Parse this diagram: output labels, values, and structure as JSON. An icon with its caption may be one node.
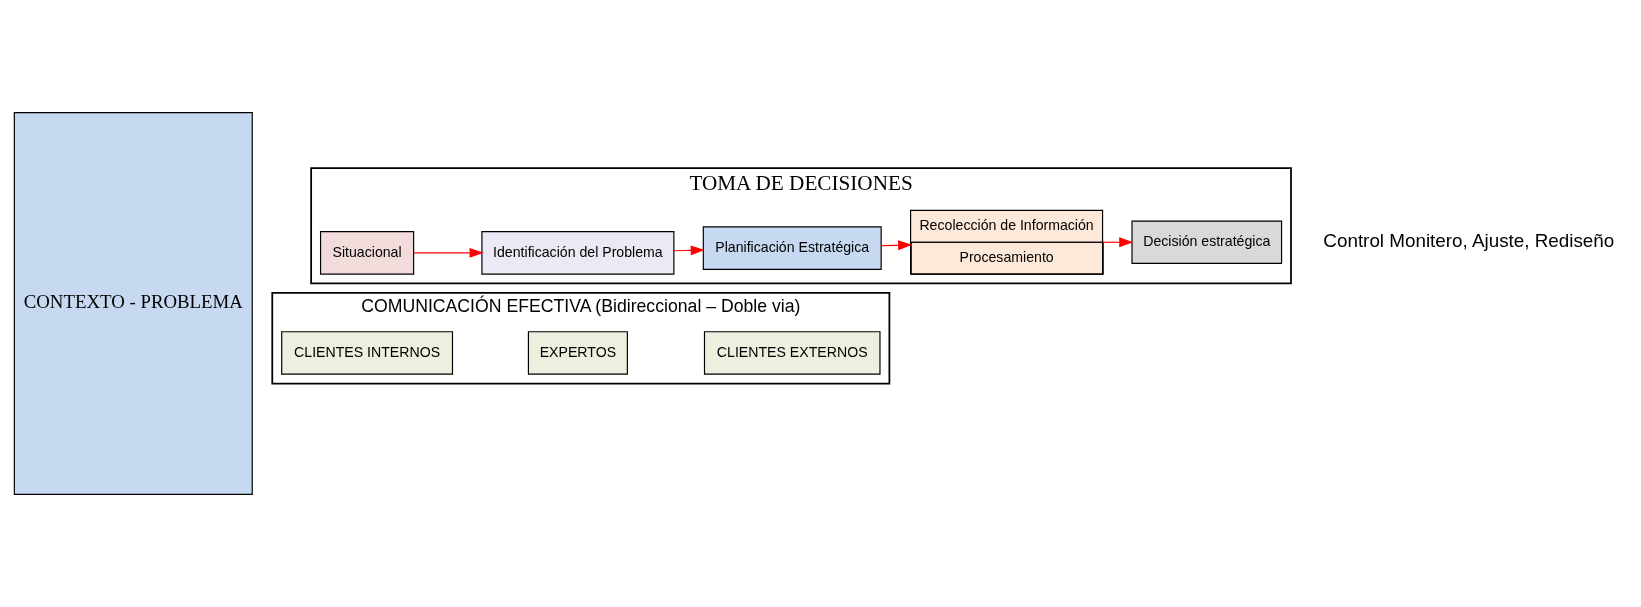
{
  "diagram": {
    "nodes": [
      {
        "text": [
          "CONTEXTO - PROBLEMA"
        ]
      },
      {
        "text": [
          "TOMA DE DECISIONES"
        ]
      },
      {
        "text": [
          "Situacional"
        ],
        "in": 1
      },
      {
        "text": [
          "Identificación del Problema"
        ],
        "in": 1
      },
      {
        "text": [
          "Planificación Estratégica"
        ],
        "in": 1
      },
      {
        "text": [
          "Recolección de Información",
          "Procesamiento"
        ],
        "in": 1
      },
      {
        "text": [
          "Decisión estratégica"
        ],
        "in": 1
      },
      {
        "text": [
          "COMUNICACIÓN EFECTIVA (Bidireccional – Doble via)"
        ]
      },
      {
        "text": [
          "CLIENTES INTERNOS"
        ],
        "in": 7
      },
      {
        "text": [
          "EXPERTOS"
        ],
        "in": 7
      },
      {
        "text": [
          "CLIENTES EXTERNOS"
        ],
        "in": 7
      }
    ],
    "edges": [
      {
        "from": 2,
        "to": 3,
        "arrow": "to"
      },
      {
        "from": 3,
        "to": 4,
        "arrow": "to"
      },
      {
        "from": 4,
        "to": 5,
        "arrow": "to"
      },
      {
        "from": 5,
        "to": 6,
        "arrow": "to"
      }
    ],
    "labels": [
      "Control Monitero, Ajuste, Rediseño"
    ]
  }
}
